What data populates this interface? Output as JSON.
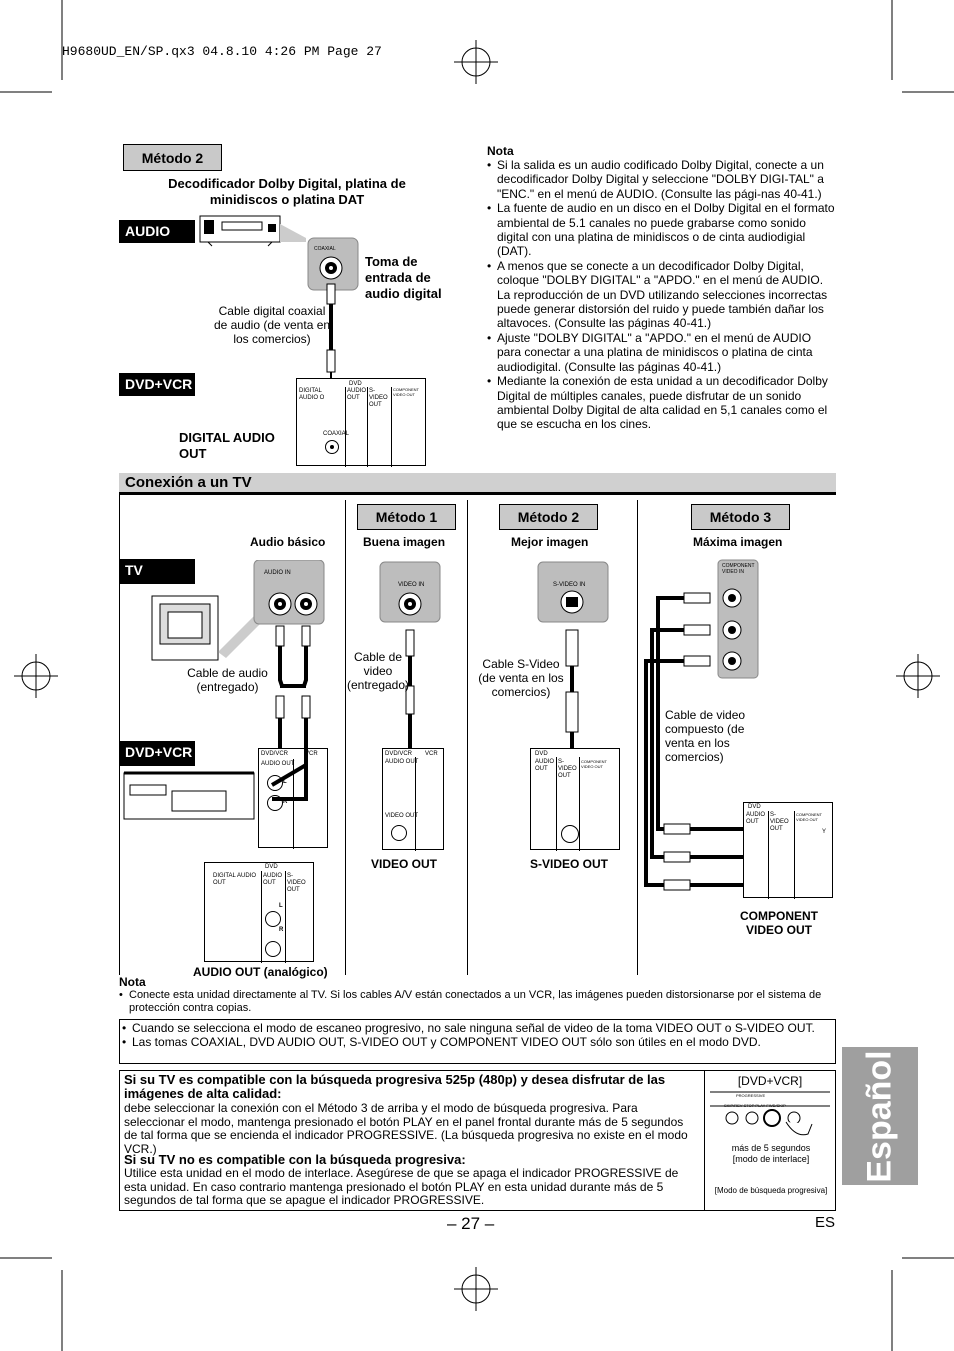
{
  "header_line": "H9680UD_EN/SP.qx3   04.8.10   4:26 PM   Page 27",
  "top": {
    "method_label": "Método 2",
    "decoder_title": "Decodificador Dolby Digital, platina de minidiscos o platina DAT",
    "audio_tag": "AUDIO",
    "dvdvcr_tag": "DVD+VCR",
    "toma_label": "Toma de entrada de audio digital",
    "coaxial_jack_label": "COAXIAL",
    "cable_label": "Cable digital coaxial de audio (de venta en los comercios)",
    "digital_audio_out": "DIGITAL AUDIO OUT",
    "panel": {
      "dvd": "DVD",
      "digital_audio_o": "DIGITAL AUDIO O",
      "audio_out": "AUDIO OUT",
      "svideo_out": "S-VIDEO OUT",
      "component": "COMPONENT VIDEO OUT",
      "coaxial": "COAXIAL"
    }
  },
  "nota_top": {
    "title": "Nota",
    "items": [
      "Si la salida es un audio codificado Dolby Digital, conecte a un decodificador Dolby Digital y seleccione \"DOLBY DIGI-TAL\" a \"ENC.\" en el menú de AUDIO. (Consulte las pági-nas 40-41.)",
      "La fuente de audio en un disco en el Dolby Digital en el formato ambiental de 5.1 canales no puede grabarse como sonido digital con una platina de minidiscos o de cinta audiodigial (DAT).",
      "A menos que se conecte a un decodificador Dolby Digital, coloque \"DOLBY DIGITAL\" a \"APDO.\" en el menú de AUDIO. La reproducción de un DVD utilizando selecciones incorrectas puede generar distorsión del ruido y puede también dañar los altavoces. (Consulte las páginas 40-41.)",
      "Ajuste \"DOLBY DIGITAL\" a \"APDO.\" en el menú de AUDIO para conectar a una platina de minidiscos o platina de cinta audiodigital. (Consulte las páginas 40-41.)",
      "Mediante la conexión de esta unidad a un decodificador Dolby Digital de múltiples canales, puede disfrutar de un sonido ambiental Dolby Digital de alta calidad en 5,1 canales como el que se escucha en los cines."
    ]
  },
  "tv_section": {
    "title": "Conexión a un TV",
    "tv_tag": "TV",
    "dvdvcr_tag": "DVD+VCR",
    "methods": [
      "Método 1",
      "Método 2",
      "Método 3"
    ],
    "qualities": [
      "Audio básico",
      "Buena imagen",
      "Mejor imagen",
      "Máxima imagen"
    ],
    "audio_in": "AUDIO IN",
    "video_in": "VIDEO IN",
    "svideo_in": "S-VIDEO IN",
    "component_video_in": "COMPONENT VIDEO IN",
    "cable_audio": "Cable de audio (entregado)",
    "cable_video": "Cable de video (entregado)",
    "cable_svideo": "Cable S-Video (de venta en los comercios)",
    "cable_component": "Cable de video compuesto (de venta en los comercios)",
    "video_out": "VIDEO OUT",
    "svideo_out": "S-VIDEO OUT",
    "component_video_out": "COMPONENT VIDEO OUT",
    "audio_out_analog": "AUDIO OUT (analógico)",
    "panel": {
      "dvdvcr": "DVD/VCR",
      "vcr": "VCR",
      "audio_out": "AUDIO OUT",
      "video_out": "VIDEO OUT",
      "dvd": "DVD",
      "digital_audio_out": "DIGITAL AUDIO OUT",
      "svideo": "S-VIDEO OUT",
      "component": "COMPONENT VIDEO OUT",
      "L": "L",
      "R": "R",
      "Y": "Y"
    }
  },
  "nota_bottom": {
    "title": "Nota",
    "text": "Conecte esta unidad directamente al TV. Si los cables A/V están conectados a un VCR, las imágenes pueden distorsionarse por el sistema de protección contra copias."
  },
  "bullet_box": [
    "Cuando se selecciona el modo de escaneo progresivo, no sale ninguna señal de video de la toma VIDEO OUT o S-VIDEO OUT.",
    "Las tomas COAXIAL, DVD AUDIO OUT, S-VIDEO OUT y COMPONENT VIDEO OUT sólo son útiles en el modo DVD."
  ],
  "progressive": {
    "heading1": "Si su TV es compatible con la búsqueda progresiva 525p (480p) y desea disfrutar de las imágenes de alta calidad:",
    "text1": "debe seleccionar la conexión con el Método 3 de arriba y el modo de búsqueda progresiva. Para seleccionar el modo, mantenga presionado el botón PLAY en el panel frontal durante más de 5 segundos de tal forma que se encienda el indicador PROGRESSIVE. (La búsqueda progresiva no existe en el modo VCR.)",
    "heading2": "Si su TV no es compatible con la búsqueda progresiva:",
    "text2": "Utilice esta unidad en el modo de interlace. Asegúrese de que se apaga el indicador PROGRESSIVE de esta unidad. En caso contrario mantenga presionado el botón PLAY en esta unidad durante más de 5 segundos de tal forma que se apague el indicador PROGRESSIVE.",
    "diagram_title": "[DVD+VCR]",
    "buttons": "SKIP/REV  STOP  PLAY  FWD/SKIP",
    "progressive_label": "PROGRESSIVE",
    "note1": "más de 5 segundos [modo de interlace]",
    "note2": "[Modo de búsqueda progresiva]"
  },
  "page_number": "– 27 –",
  "lang_code": "ES",
  "sidebar": "Español"
}
